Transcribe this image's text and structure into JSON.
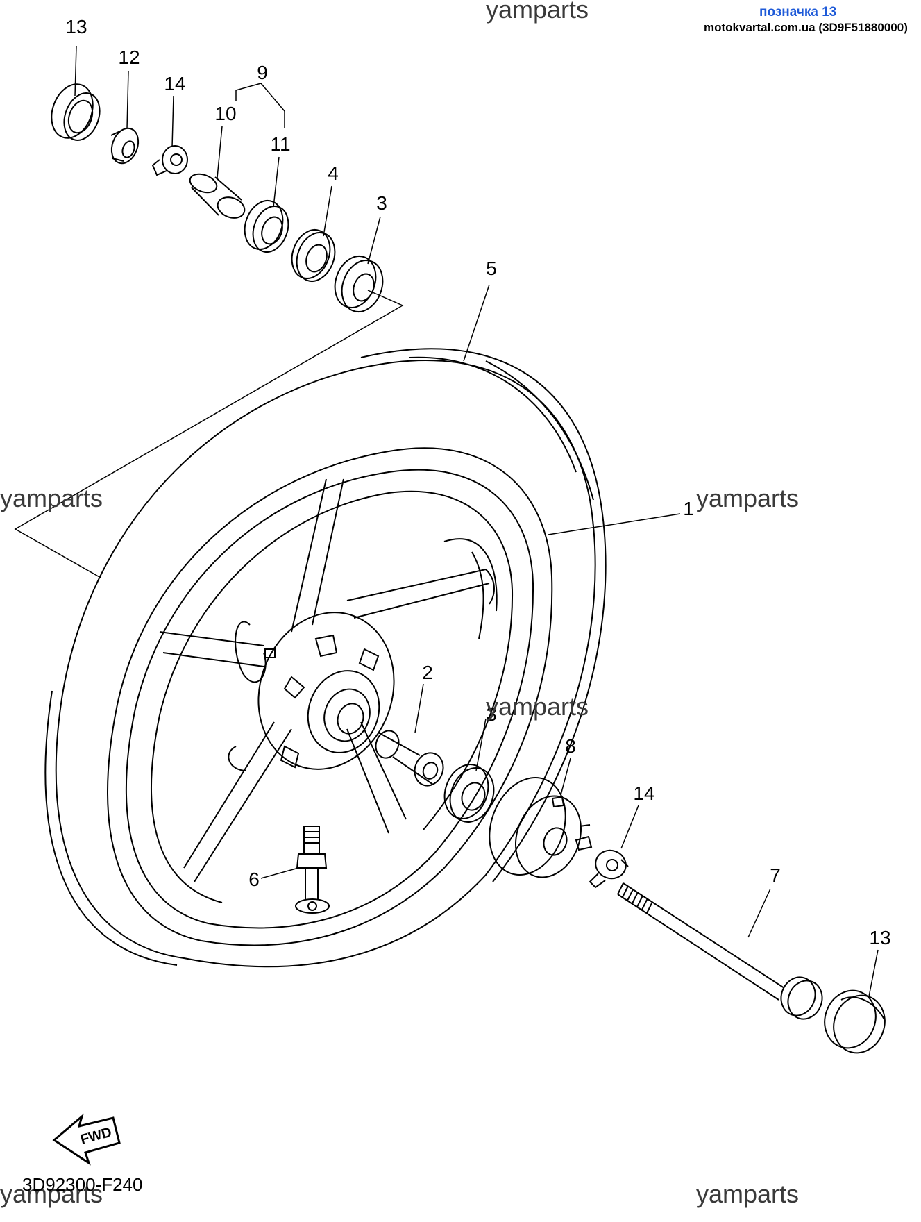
{
  "header": {
    "title": "позначка 13",
    "site": "motokvartal.com.ua (3D9F51880000)"
  },
  "watermarks": [
    "yamparts",
    "yamparts",
    "yamparts",
    "yamparts",
    "yamparts",
    "yamparts"
  ],
  "part_labels": [
    "13",
    "12",
    "14",
    "9",
    "10",
    "11",
    "4",
    "3",
    "5",
    "1",
    "2",
    "3",
    "8",
    "14",
    "6",
    "7",
    "13"
  ],
  "fwd_label": "FWD",
  "diagram_code": "3D92300-F240",
  "colors": {
    "ink": "#000000",
    "header_accent": "#1e5ad8",
    "watermark": "#3a3a3a"
  }
}
